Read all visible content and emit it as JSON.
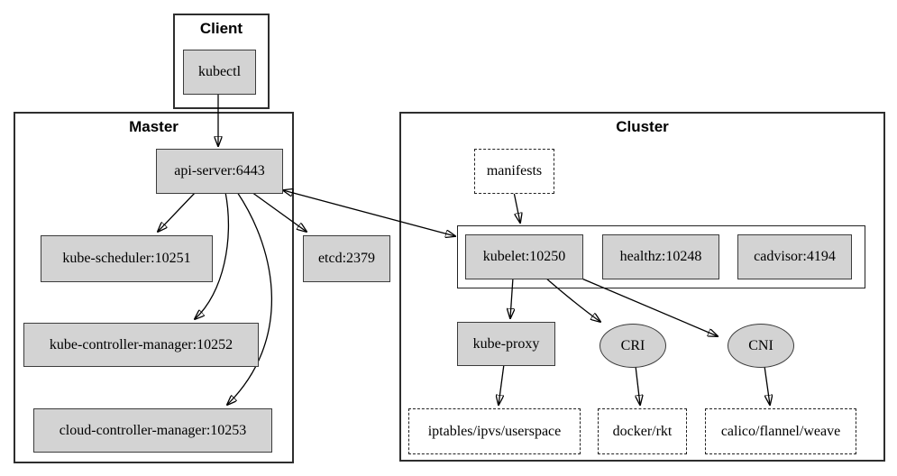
{
  "groups": {
    "client": {
      "label": "Client"
    },
    "master": {
      "label": "Master"
    },
    "cluster": {
      "label": "Cluster"
    }
  },
  "nodes": {
    "kubectl": {
      "label": "kubectl"
    },
    "api_server": {
      "label": "api-server:6443"
    },
    "kube_scheduler": {
      "label": "kube-scheduler:10251"
    },
    "kube_controller_manager": {
      "label": "kube-controller-manager:10252"
    },
    "cloud_controller_manager": {
      "label": "cloud-controller-manager:10253"
    },
    "etcd": {
      "label": "etcd:2379"
    },
    "manifests": {
      "label": "manifests"
    },
    "kubelet": {
      "label": "kubelet:10250"
    },
    "healthz": {
      "label": "healthz:10248"
    },
    "cadvisor": {
      "label": "cadvisor:4194"
    },
    "kube_proxy": {
      "label": "kube-proxy"
    },
    "cri": {
      "label": "CRI"
    },
    "cni": {
      "label": "CNI"
    },
    "iptables": {
      "label": "iptables/ipvs/userspace"
    },
    "docker_rkt": {
      "label": "docker/rkt"
    },
    "calico": {
      "label": "calico/flannel/weave"
    }
  },
  "edges": [
    {
      "from": "kubectl",
      "to": "api-server:6443",
      "type": "directed"
    },
    {
      "from": "api-server",
      "to": "kube-scheduler:10251",
      "type": "directed"
    },
    {
      "from": "api-server",
      "to": "kube-controller-manager:10252",
      "type": "directed"
    },
    {
      "from": "api-server",
      "to": "cloud-controller-manager:10253",
      "type": "directed"
    },
    {
      "from": "api-server",
      "to": "etcd:2379",
      "type": "directed"
    },
    {
      "from": "api-server",
      "to": "kubelet:10250",
      "type": "bidirectional"
    },
    {
      "from": "manifests",
      "to": "kubelet:10250",
      "type": "directed"
    },
    {
      "from": "kubelet",
      "to": "kube-proxy",
      "type": "directed"
    },
    {
      "from": "kubelet",
      "to": "CRI",
      "type": "directed"
    },
    {
      "from": "kubelet",
      "to": "CNI",
      "type": "directed"
    },
    {
      "from": "kube-proxy",
      "to": "iptables/ipvs/userspace",
      "type": "directed"
    },
    {
      "from": "CRI",
      "to": "docker/rkt",
      "type": "directed"
    },
    {
      "from": "CNI",
      "to": "calico/flannel/weave",
      "type": "directed"
    }
  ],
  "colors": {
    "node_fill": "#d3d3d3",
    "node_border": "#3c3c3c",
    "group_border": "#2e2e2e",
    "edge": "#000000",
    "background": "#ffffff"
  }
}
